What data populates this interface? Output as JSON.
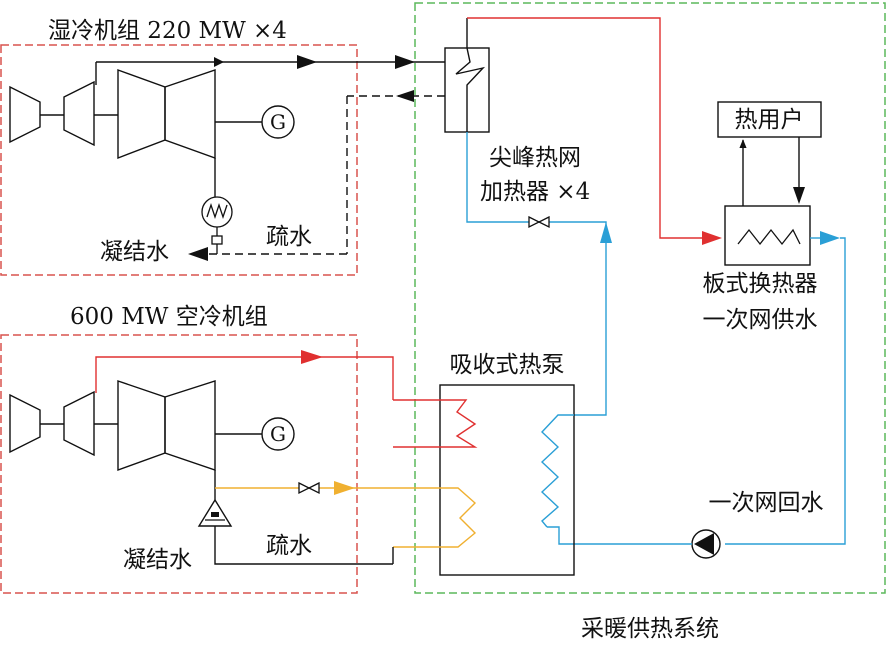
{
  "groups": {
    "wet_unit_title": "湿冷机组 220 MW ×4",
    "air_unit_title": "600 MW 空冷机组",
    "heating_system_title": "采暖供热系统"
  },
  "labels": {
    "condensate_top": "凝结水",
    "drain_top": "疏水",
    "condensate_bottom": "凝结水",
    "drain_bottom": "疏水",
    "peak_heater_line1": "尖峰热网",
    "peak_heater_line2": "加热器 ×4",
    "heat_user": "热用户",
    "plate_hx_line1": "板式换热器",
    "plate_hx_line2": "一次网供水",
    "absorption_heat_pump": "吸收式热泵",
    "primary_return": "一次网回水",
    "generator_symbol": "G"
  },
  "colors": {
    "wet_unit_border": "#d9534f",
    "heating_border": "#5cb85c",
    "steam_line": "#e03030",
    "water_line": "#2a9fd6",
    "extraction_line": "#f0b030",
    "black_line": "#111111"
  },
  "icons": [
    "turbine-icon",
    "generator-icon",
    "condenser-icon",
    "air-condenser-icon",
    "valve-icon",
    "pump-icon",
    "arrow-icon"
  ]
}
